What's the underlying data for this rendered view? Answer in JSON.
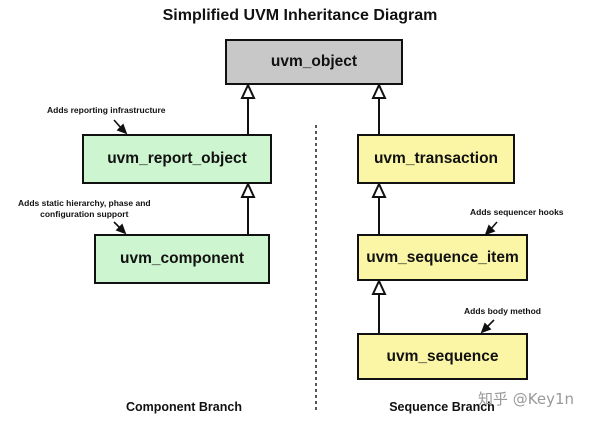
{
  "title": "Simplified UVM Inheritance Diagram",
  "boxes": {
    "object": "uvm_object",
    "report_object": "uvm_report_object",
    "component": "uvm_component",
    "transaction": "uvm_transaction",
    "sequence_item": "uvm_sequence_item",
    "sequence": "uvm_sequence"
  },
  "notes": {
    "reporting": "Adds reporting infrastructure",
    "static_hierarchy": "Adds static hierarchy, phase and\nconfiguration support",
    "sequencer_hooks": "Adds sequencer hooks",
    "body_method": "Adds body method"
  },
  "branches": {
    "component": "Component Branch",
    "sequence": "Sequence Branch"
  },
  "watermark": "知乎 @Key1n",
  "colors": {
    "base": "#c8c8c8",
    "component_branch": "#cdf5cf",
    "sequence_branch": "#fbf6a6"
  }
}
